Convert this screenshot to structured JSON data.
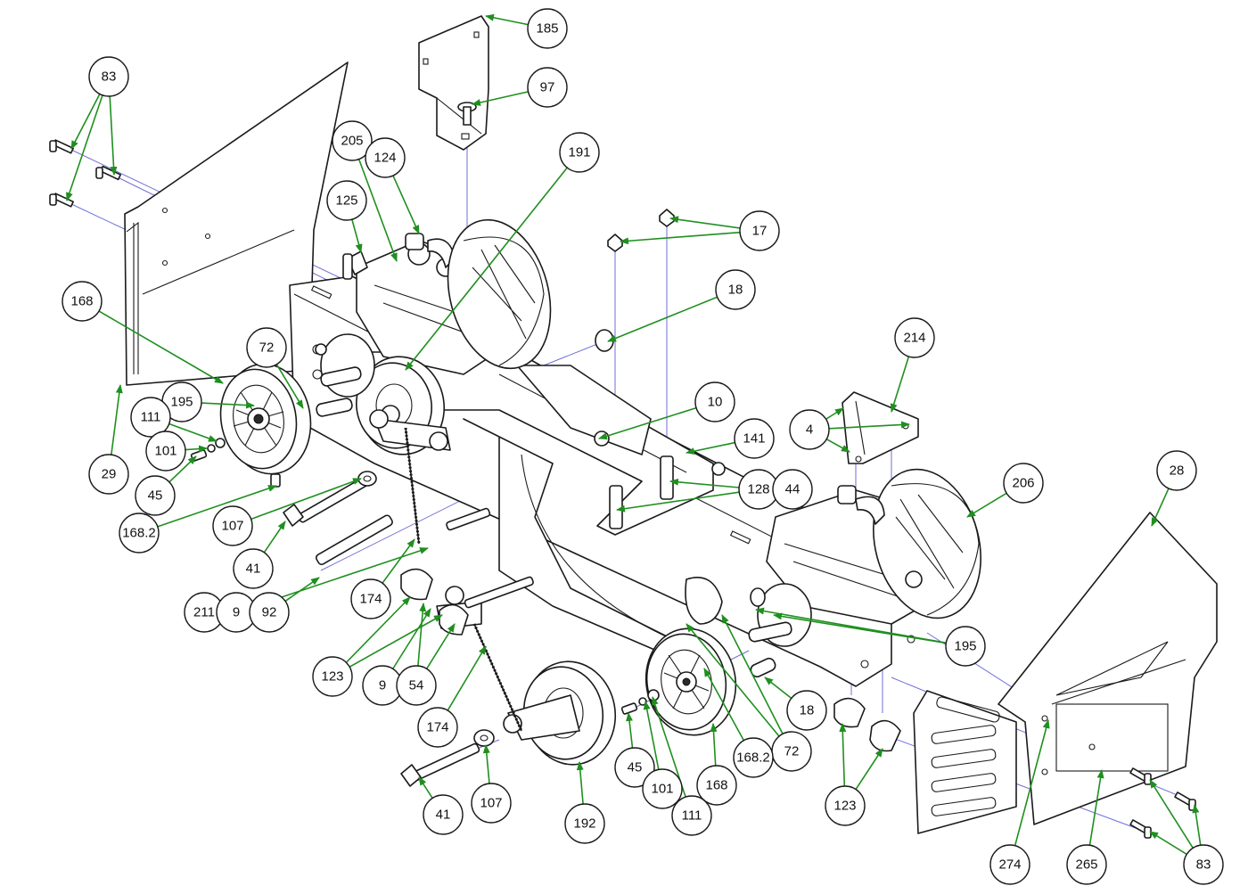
{
  "colors": {
    "leader": "#1f8f1f",
    "axis": "#6f6fd6",
    "outline": "#1a1a1a",
    "background": "#ffffff"
  },
  "callouts": [
    {
      "label": "185"
    },
    {
      "label": "97"
    },
    {
      "label": "83"
    },
    {
      "label": "191"
    },
    {
      "label": "205"
    },
    {
      "label": "124"
    },
    {
      "label": "125"
    },
    {
      "label": "17"
    },
    {
      "label": "18"
    },
    {
      "label": "168"
    },
    {
      "label": "72"
    },
    {
      "label": "214"
    },
    {
      "label": "195"
    },
    {
      "label": "10"
    },
    {
      "label": "4"
    },
    {
      "label": "111"
    },
    {
      "label": "141"
    },
    {
      "label": "101"
    },
    {
      "label": "29"
    },
    {
      "label": "28"
    },
    {
      "label": "45"
    },
    {
      "label": "128"
    },
    {
      "label": "44"
    },
    {
      "label": "206"
    },
    {
      "label": "168.2"
    },
    {
      "label": "107"
    },
    {
      "label": "41"
    },
    {
      "label": "174"
    },
    {
      "label": "211"
    },
    {
      "label": "9"
    },
    {
      "label": "92"
    },
    {
      "label": "195"
    },
    {
      "label": "123"
    },
    {
      "label": "9"
    },
    {
      "label": "54"
    },
    {
      "label": "18"
    },
    {
      "label": "174"
    },
    {
      "label": "72"
    },
    {
      "label": "45"
    },
    {
      "label": "168"
    },
    {
      "label": "168.2"
    },
    {
      "label": "123"
    },
    {
      "label": "101"
    },
    {
      "label": "41"
    },
    {
      "label": "107"
    },
    {
      "label": "192"
    },
    {
      "label": "111"
    },
    {
      "label": "274"
    },
    {
      "label": "265"
    },
    {
      "label": "83"
    }
  ]
}
